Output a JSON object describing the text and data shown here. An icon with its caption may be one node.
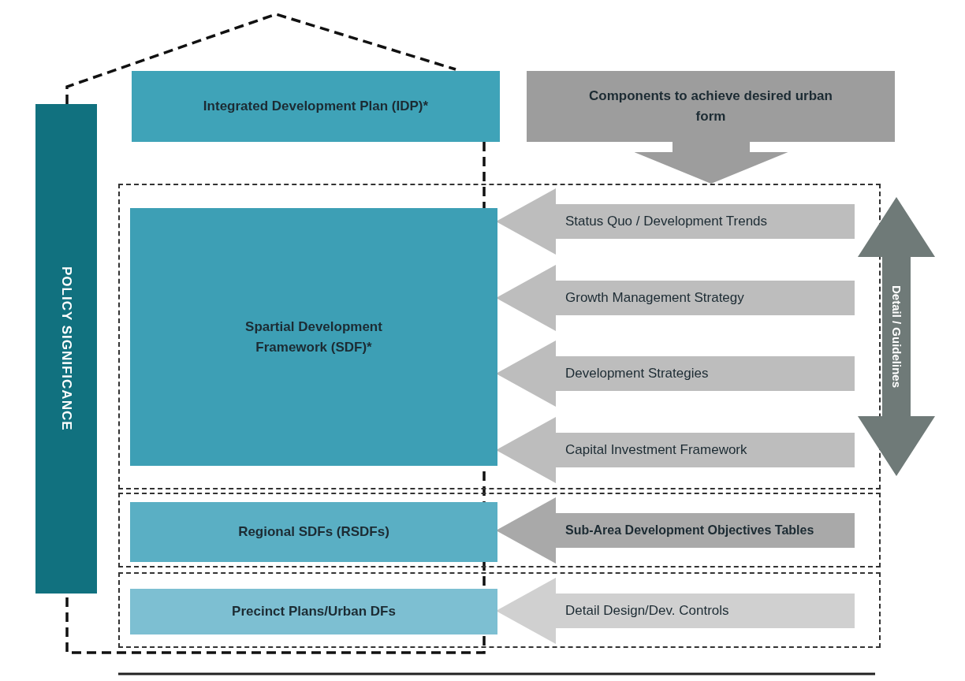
{
  "diagram": {
    "nodes": [
      {
        "text": [
          "POLICY SIGNIFICANCE"
        ]
      },
      {
        "text": [
          "Integrated Development Plan (IDP)*"
        ]
      },
      {
        "text": [
          "Components to achieve desired urban form"
        ]
      },
      {
        "text": [],
        "shape": "box"
      },
      {
        "text": [
          "Spartial Development Framework (SDF)*"
        ],
        "in": 3
      },
      {
        "text": [],
        "shape": "box"
      },
      {
        "text": [
          "Regional SDFs (RSDFs)"
        ],
        "in": 5
      },
      {
        "text": [],
        "shape": "box"
      },
      {
        "text": [
          "Precinct Plans/Urban DFs"
        ],
        "in": 7
      },
      {
        "text": [
          "Detail / Guidelines"
        ]
      }
    ],
    "edges": [
      {
        "from": 2,
        "to": 3,
        "arrow": "to",
        "color": "#9d9d9d"
      },
      {
        "from": null,
        "to": 4,
        "arrow": "to",
        "label": "Status Quo / Development Trends"
      },
      {
        "from": null,
        "to": 4,
        "arrow": "to",
        "label": "Growth Management Strategy"
      },
      {
        "from": null,
        "to": 4,
        "arrow": "to",
        "label": "Development Strategies"
      },
      {
        "from": null,
        "to": 4,
        "arrow": "to",
        "label": "Capital Investment Framework"
      },
      {
        "from": null,
        "to": 6,
        "arrow": "to",
        "label": "Sub-Area Development Objectives Tables",
        "color": "#a9a9a9"
      },
      {
        "from": null,
        "to": 8,
        "arrow": "to",
        "label": "Detail Design/Dev. Controls",
        "color": "#d0d0d0"
      }
    ]
  }
}
